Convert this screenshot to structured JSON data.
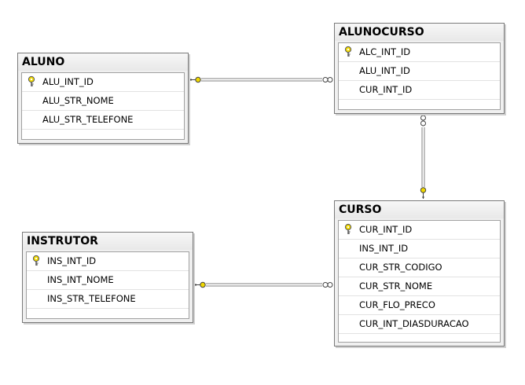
{
  "tables": [
    {
      "id": "aluno",
      "name": "ALUNO",
      "columns": [
        {
          "name": "ALU_INT_ID",
          "pk": true
        },
        {
          "name": "ALU_STR_NOME",
          "pk": false
        },
        {
          "name": "ALU_STR_TELEFONE",
          "pk": false
        }
      ]
    },
    {
      "id": "alunocurso",
      "name": "ALUNOCURSO",
      "columns": [
        {
          "name": "ALC_INT_ID",
          "pk": true
        },
        {
          "name": "ALU_INT_ID",
          "pk": false
        },
        {
          "name": "CUR_INT_ID",
          "pk": false
        }
      ]
    },
    {
      "id": "instrutor",
      "name": "INSTRUTOR",
      "columns": [
        {
          "name": "INS_INT_ID",
          "pk": true
        },
        {
          "name": "INS_INT_NOME",
          "pk": false
        },
        {
          "name": "INS_STR_TELEFONE",
          "pk": false
        }
      ]
    },
    {
      "id": "curso",
      "name": "CURSO",
      "columns": [
        {
          "name": "CUR_INT_ID",
          "pk": true
        },
        {
          "name": "INS_INT_ID",
          "pk": false
        },
        {
          "name": "CUR_STR_CODIGO",
          "pk": false
        },
        {
          "name": "CUR_STR_NOME",
          "pk": false
        },
        {
          "name": "CUR_FLO_PRECO",
          "pk": false
        },
        {
          "name": "CUR_INT_DIASDURACAO",
          "pk": false
        }
      ]
    }
  ],
  "relationships": [
    {
      "from": "aluno",
      "to": "alunocurso",
      "one_end": "aluno",
      "many_end": "alunocurso"
    },
    {
      "from": "curso",
      "to": "alunocurso",
      "one_end": "curso",
      "many_end": "alunocurso"
    },
    {
      "from": "instrutor",
      "to": "curso",
      "one_end": "instrutor",
      "many_end": "curso"
    }
  ],
  "icons": {
    "primary_key": "key-icon",
    "one_end": "key-icon",
    "many_end": "infinity-icon"
  },
  "colors": {
    "key": "#f0d800",
    "line": "#808080",
    "border": "#7a7a7a"
  }
}
